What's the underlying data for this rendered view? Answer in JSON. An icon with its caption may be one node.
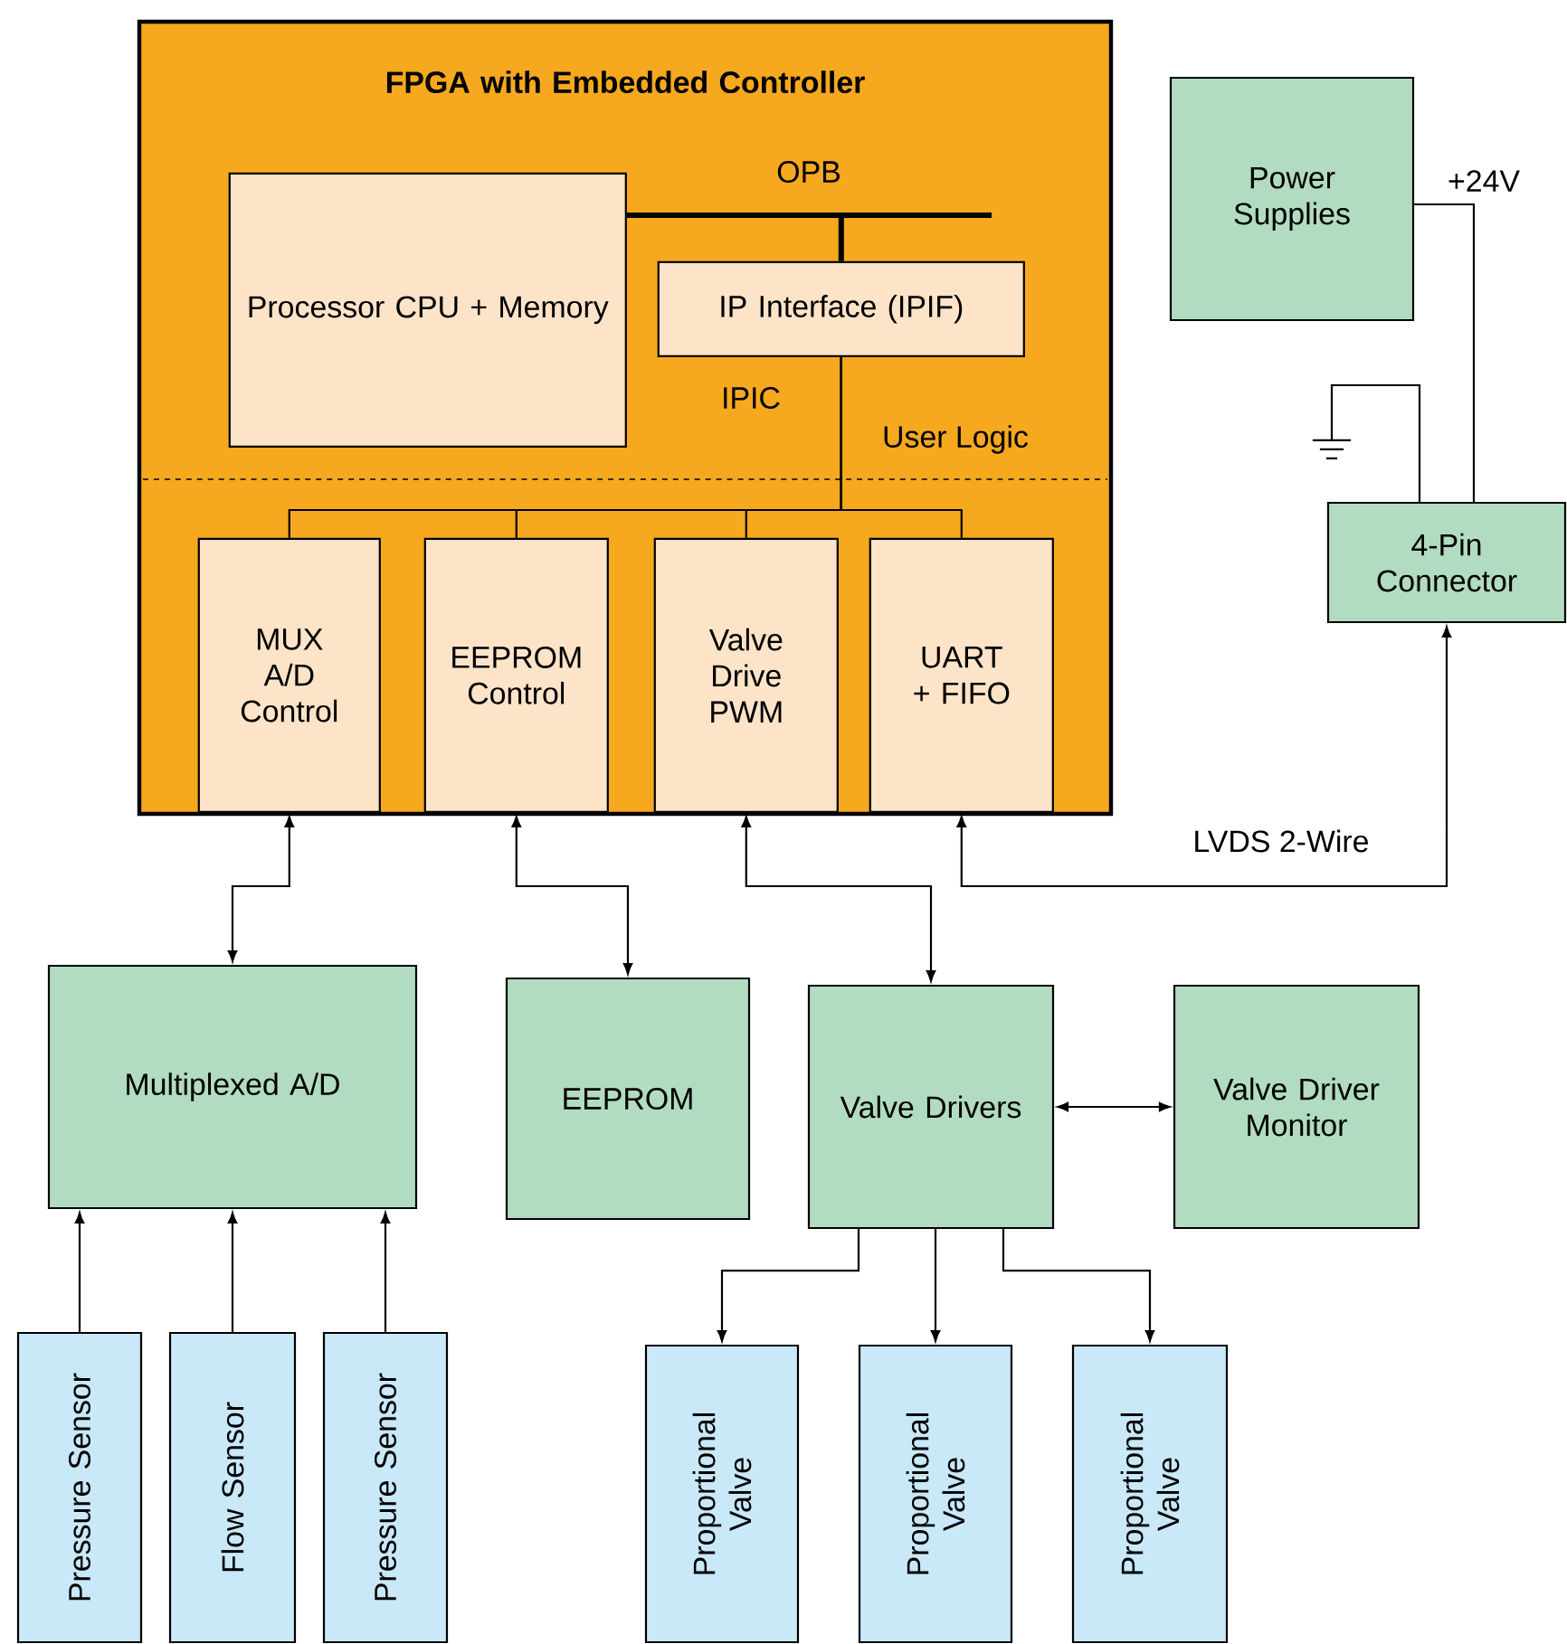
{
  "diagram": {
    "nodes": [
      {
        "text": [
          "FPGA with Embedded Controller"
        ]
      },
      {
        "text": [
          "Processor CPU + Memory"
        ],
        "in": 0
      },
      {
        "text": [
          "IP Interface (IPIF)"
        ],
        "in": 0
      },
      {
        "text": [
          "MUX A/D Control"
        ],
        "in": 0
      },
      {
        "text": [
          "EEPROM Control"
        ],
        "in": 0
      },
      {
        "text": [
          "Valve Drive PWM"
        ],
        "in": 0
      },
      {
        "text": [
          "UART + FIFO"
        ],
        "in": 0
      },
      {
        "text": [
          "Power Supplies"
        ]
      },
      {
        "text": [
          "4-Pin Connector"
        ]
      },
      {
        "text": [],
        "shape": "ground"
      },
      {
        "text": [
          "Multiplexed A/D"
        ]
      },
      {
        "text": [
          "EEPROM"
        ]
      },
      {
        "text": [
          "Valve Drivers"
        ]
      },
      {
        "text": [
          "Valve Driver Monitor"
        ]
      },
      {
        "text": [
          "Pressure Sensor"
        ]
      },
      {
        "text": [
          "Flow Sensor"
        ]
      },
      {
        "text": [
          "Pressure Sensor"
        ]
      },
      {
        "text": [
          "Proportional Valve"
        ]
      },
      {
        "text": [
          "Proportional Valve"
        ]
      },
      {
        "text": [
          "Proportional Valve"
        ]
      }
    ],
    "edges": [
      {
        "from": 1,
        "to": 2,
        "arrow": "none",
        "label": "OPB",
        "style": "thick"
      },
      {
        "from": 2,
        "to": 3,
        "arrow": "none"
      },
      {
        "from": 2,
        "to": 4,
        "arrow": "none"
      },
      {
        "from": 2,
        "to": 5,
        "arrow": "none"
      },
      {
        "from": 2,
        "to": 6,
        "arrow": "none"
      },
      {
        "from": 7,
        "to": 8,
        "arrow": "none",
        "label": "+24V"
      },
      {
        "from": 8,
        "to": 9,
        "arrow": "none"
      },
      {
        "from": 6,
        "to": 8,
        "arrow": "both",
        "label": "LVDS 2-Wire"
      },
      {
        "from": 3,
        "to": 10,
        "arrow": "both"
      },
      {
        "from": 4,
        "to": 11,
        "arrow": "both"
      },
      {
        "from": 5,
        "to": 12,
        "arrow": "both"
      },
      {
        "from": 12,
        "to": 13,
        "arrow": "both"
      },
      {
        "from": 14,
        "to": 10,
        "arrow": "to"
      },
      {
        "from": 15,
        "to": 10,
        "arrow": "to"
      },
      {
        "from": 16,
        "to": 10,
        "arrow": "to"
      },
      {
        "from": 12,
        "to": 17,
        "arrow": "to"
      },
      {
        "from": 12,
        "to": 18,
        "arrow": "to"
      },
      {
        "from": 12,
        "to": 19,
        "arrow": "to"
      }
    ],
    "labels": [
      "IPIC",
      "User Logic"
    ]
  }
}
